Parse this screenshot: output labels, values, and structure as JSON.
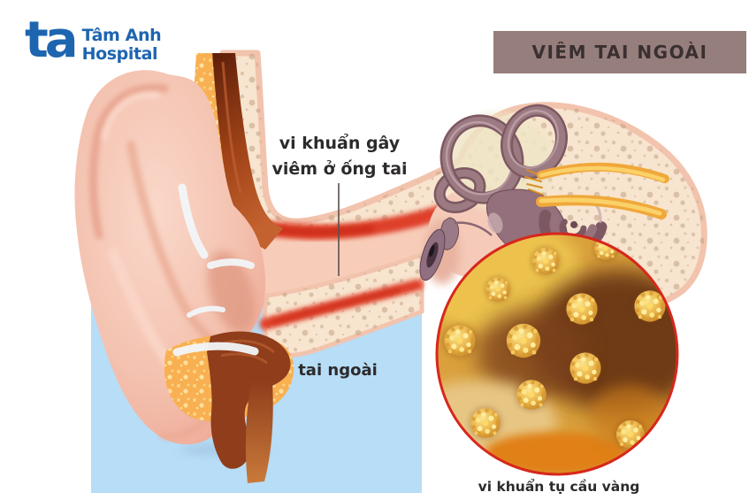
{
  "logo": {
    "mark": "ta",
    "name_line1": "Tâm Anh",
    "name_line2": "Hospital"
  },
  "title_banner": {
    "text": "VIÊM TAI NGOÀI"
  },
  "annotations": {
    "canal_label_line1": "vi khuẩn gây",
    "canal_label_line2": "viêm ở ống tai",
    "outer_ear_label": "tai ngoài",
    "inset_caption": "vi khuẩn tụ cầu vàng"
  },
  "colors": {
    "logo_blue": "#1e65b0",
    "title_bar_bg": "#967e7d",
    "title_text": "#39302f",
    "label_text": "#2d2a2b",
    "panel_blue": "#b7ddf7",
    "inset_border": "#d7271b",
    "bone_fill": "#f8e5cf",
    "bone_speckle": "#c7a98d",
    "cartilage_orange": "#f8b052",
    "inflamed_red": "#df3f2b",
    "pinna_pink": "#f3bba8",
    "inner_ear_mauve": "#8a6470",
    "nerve_yellow": "#f0a83a",
    "bacteria_gold": "#eab54a"
  }
}
